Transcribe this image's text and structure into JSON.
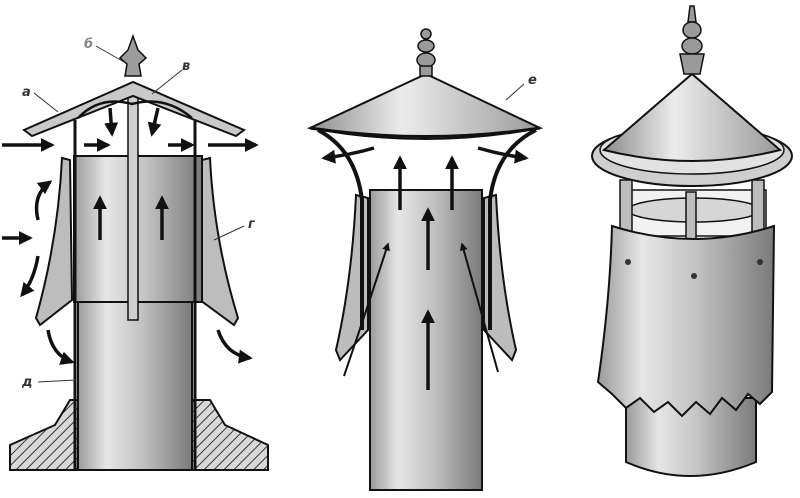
{
  "labels": {
    "a": "а",
    "b": "б",
    "v": "в",
    "g": "г",
    "d": "д",
    "e": "е"
  },
  "colors": {
    "metal_light": "#e8e8e8",
    "metal_mid": "#b8b8b8",
    "metal_dark": "#555555",
    "outline": "#1a1a1a",
    "arrow": "#111111"
  }
}
